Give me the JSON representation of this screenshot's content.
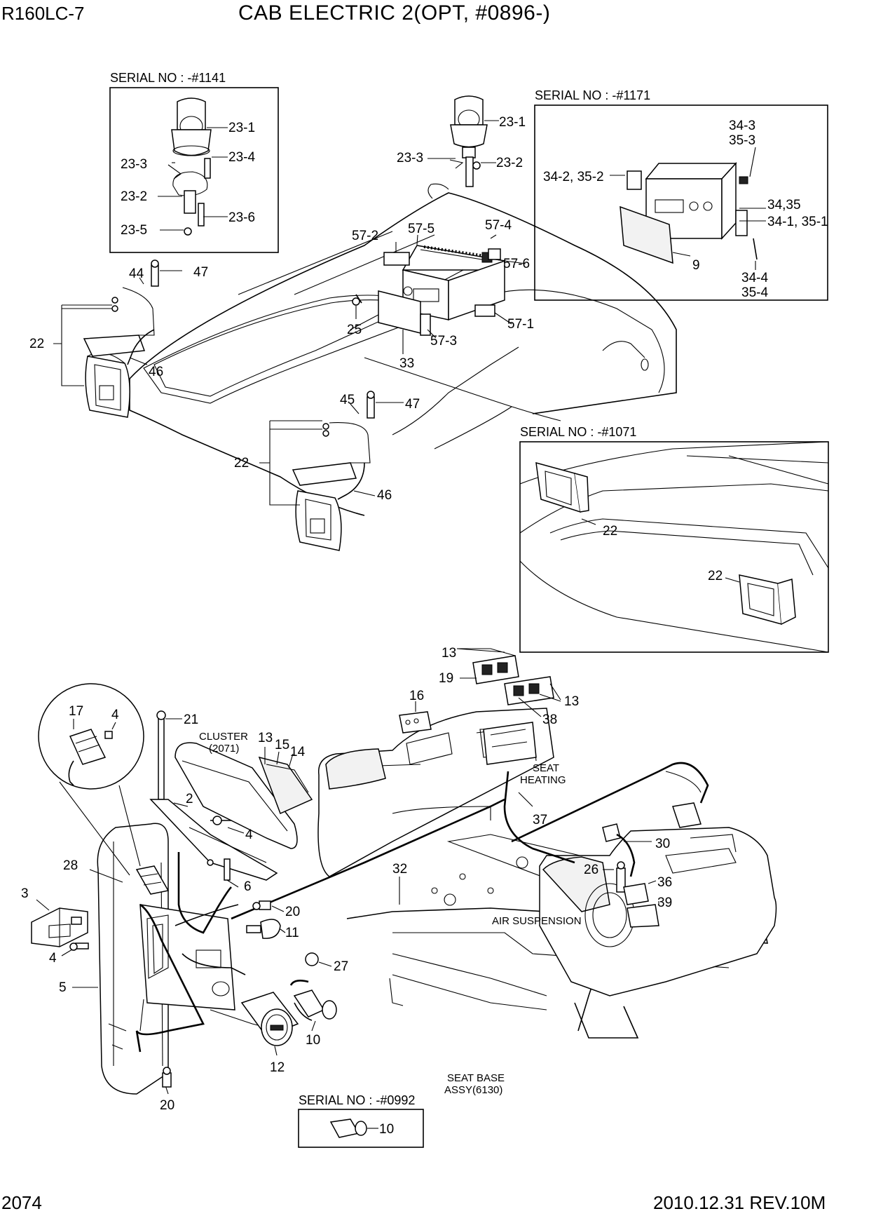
{
  "header": {
    "model": "R160LC-7",
    "title": "CAB ELECTRIC 2(OPT, #0896-)"
  },
  "footer": {
    "page_number": "2074",
    "revision": "2010.12.31  REV.10M"
  },
  "serial_notes": [
    "SERIAL NO : -#1141",
    "SERIAL NO : -#1171",
    "SERIAL NO : -#1071",
    "SERIAL NO : -#0992"
  ],
  "annotations": [
    "CLUSTER",
    "(2071)",
    "SEAT",
    "HEATING",
    "AIR SUSPENSION",
    "SEAT BASE",
    "ASSY(6130)"
  ],
  "part_labels": {
    "box1141": [
      "23-1",
      "23-3",
      "23-4",
      "23-2",
      "23-6",
      "23-5"
    ],
    "roof_beacon": [
      "23-1",
      "23-3",
      "23-2"
    ],
    "box1171": [
      "34-3",
      "35-3",
      "34-2, 35-2",
      "34,35",
      "34-1, 35-1",
      "9",
      "34-4",
      "35-4"
    ],
    "radio": [
      "57-2",
      "57-5",
      "57-4",
      "57-6",
      "25",
      "57-3",
      "33",
      "57-1"
    ],
    "left_lamp": [
      "44",
      "47",
      "22",
      "46"
    ],
    "center_lamp": [
      "45",
      "47",
      "22",
      "46"
    ],
    "box1071": [
      "22",
      "22"
    ],
    "console": [
      "13",
      "19",
      "13",
      "38",
      "16",
      "37",
      "30",
      "26",
      "36",
      "39",
      "32"
    ],
    "panel": [
      "17",
      "4",
      "21",
      "13",
      "15",
      "14",
      "2",
      "4",
      "28",
      "6",
      "3",
      "20",
      "11",
      "4",
      "27",
      "5",
      "10",
      "12",
      "20"
    ],
    "box0992": [
      "10"
    ]
  }
}
